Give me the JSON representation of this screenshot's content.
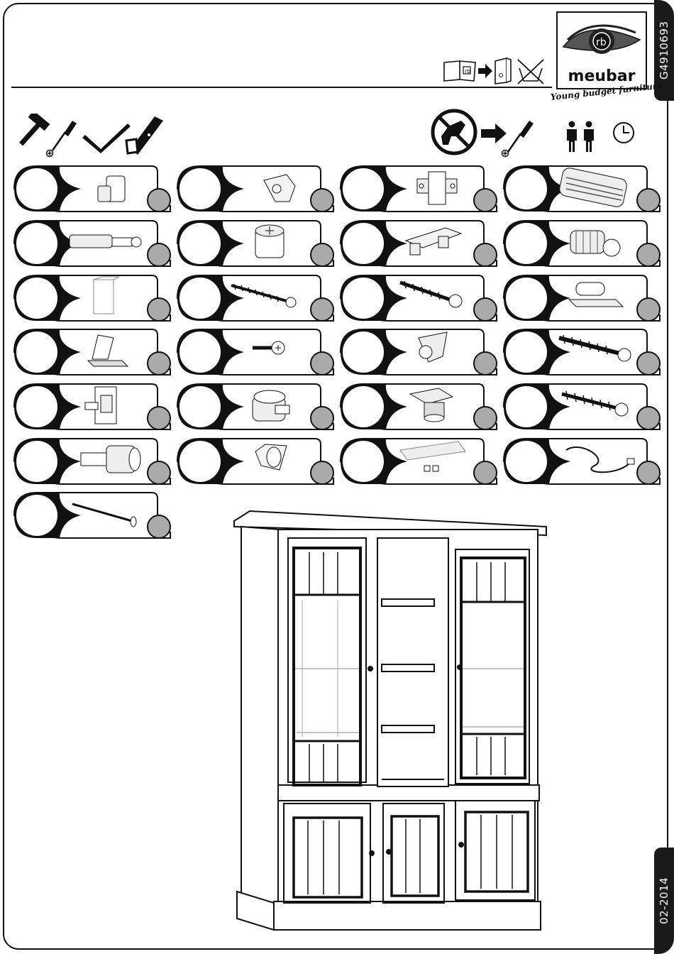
{
  "document": {
    "code": "G4910693",
    "date": "02-2014"
  },
  "brand": {
    "name": "meubar",
    "tagline": "Young budget furniture",
    "mark": "rb"
  },
  "icons": {
    "instruction_flow": [
      "booklet-icon",
      "arrow-right-icon",
      "binder-icon",
      "no-wash-icon"
    ],
    "tools": [
      "hammer-icon",
      "screwdriver-icon",
      "square-ruler-icon",
      "saw-icon"
    ],
    "no_power_tools": [
      "no-drill-icon",
      "arrow-right-icon",
      "screwdriver-icon"
    ],
    "persons": [
      "two-persons-icon"
    ],
    "time": [
      "clock-icon"
    ]
  },
  "parts": [
    {
      "icon": "wooden-dowel-stepped"
    },
    {
      "icon": "cup-hinge"
    },
    {
      "icon": "hinge-mounting-plate"
    },
    {
      "icon": "fluted-wooden-dowel"
    },
    {
      "icon": "connector-bolt"
    },
    {
      "icon": "cam-lock"
    },
    {
      "icon": "shelf-connector-clip"
    },
    {
      "icon": "expansion-dowel"
    },
    {
      "icon": "plastic-cover-cap"
    },
    {
      "icon": "long-wood-screw"
    },
    {
      "icon": "countersunk-wood-screw"
    },
    {
      "icon": "shelf-rail-bracket"
    },
    {
      "icon": "angle-bracket"
    },
    {
      "icon": "short-screw"
    },
    {
      "icon": "corner-block"
    },
    {
      "icon": "confirmat-screw"
    },
    {
      "icon": "wall-bracket-plate"
    },
    {
      "icon": "cam-lock-housing"
    },
    {
      "icon": "adjustable-foot"
    },
    {
      "icon": "coarse-thread-screw"
    },
    {
      "icon": "shelf-support-pin"
    },
    {
      "icon": "glass-shelf-clip"
    },
    {
      "icon": "light-rail-with-clips"
    },
    {
      "icon": "power-cable"
    },
    {
      "icon": "nail"
    }
  ],
  "product": {
    "illustration": "glass-door-display-cabinet"
  }
}
